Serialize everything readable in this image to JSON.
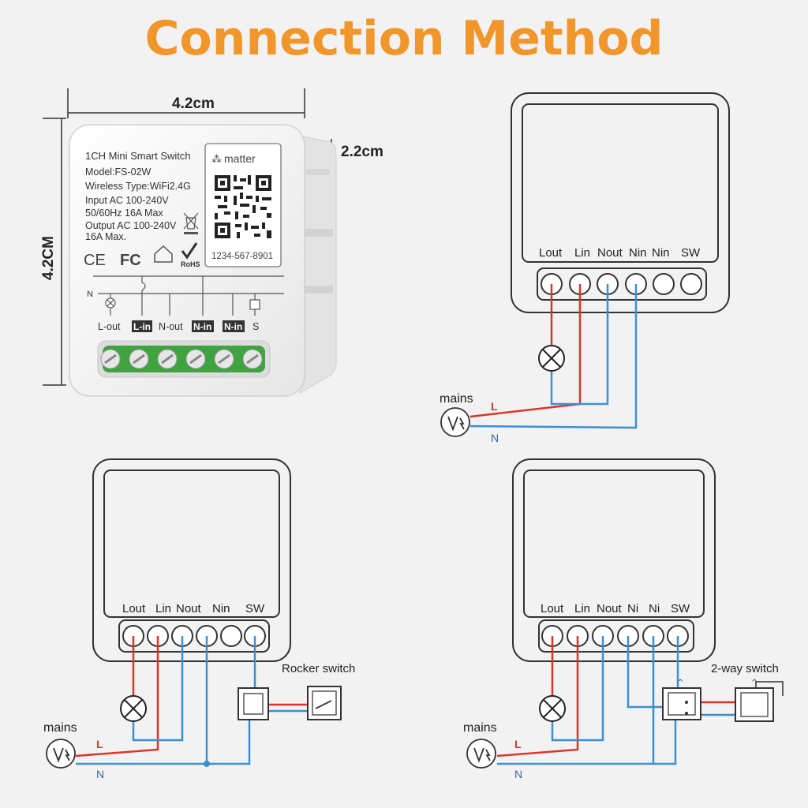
{
  "title": "Connection Method",
  "dimensions": {
    "width": "4.2cm",
    "height": "4.2CM",
    "depth": "2.2cm"
  },
  "device": {
    "name": "1CH Mini Smart Switch",
    "model": "Model:FS-02W",
    "wireless": "Wireless Type:WiFi2.4G",
    "input": "Input AC 100-240V",
    "freq": "50/60Hz 16A Max",
    "output": "Output AC 100-240V",
    "max": "16A Max.",
    "brand": "matter",
    "code": "1234-567-8901",
    "cert_ce": "CE",
    "cert_fc": "FC",
    "cert_rohs": "RoHS",
    "n_label": "N",
    "terminals": [
      "L-out",
      "L-in",
      "N-out",
      "N-in",
      "N-in",
      "S"
    ]
  },
  "colors": {
    "live": "#d9362a",
    "neutral": "#3d8fd4",
    "title": "#f0962a"
  },
  "diagram1": {
    "terminals": [
      "Lout",
      "Lin",
      "Nout",
      "Nin",
      "Nin",
      "SW"
    ],
    "mains": "mains",
    "live": "L",
    "neutral": "N"
  },
  "diagram2": {
    "terminals": [
      "Lout",
      "Lin",
      "Nout",
      "Nin",
      "SW"
    ],
    "mains": "mains",
    "live": "L",
    "neutral": "N",
    "switch_label": "Rocker switch"
  },
  "diagram3": {
    "terminals": [
      "Lout",
      "Lin",
      "Nout",
      "Ni",
      "Ni",
      "SW"
    ],
    "mains": "mains",
    "live": "L",
    "neutral": "N",
    "switch_label": "2-way switch"
  }
}
